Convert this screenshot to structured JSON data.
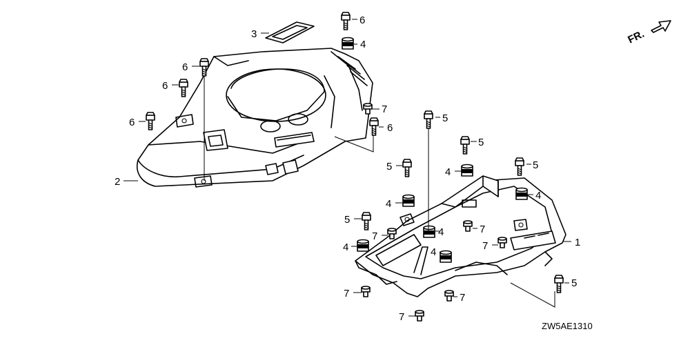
{
  "diagram_code": "ZW5AE1310",
  "direction": {
    "label": "FR."
  },
  "callouts": {
    "c1": "1",
    "c2": "2",
    "c3": "3",
    "c4a": "4",
    "c4b": "4",
    "c4c": "4",
    "c4d": "4",
    "c4e": "4",
    "c4f": "4",
    "c4g": "4",
    "c5a": "5",
    "c5b": "5",
    "c5c": "5",
    "c5d": "5",
    "c5e": "5",
    "c5f": "5",
    "c6a": "6",
    "c6b": "6",
    "c6c": "6",
    "c6d": "6",
    "c6e": "6",
    "c7a": "7",
    "c7b": "7",
    "c7c": "7",
    "c7d": "7",
    "c7e": "7",
    "c7f": "7",
    "c7g": "7"
  }
}
